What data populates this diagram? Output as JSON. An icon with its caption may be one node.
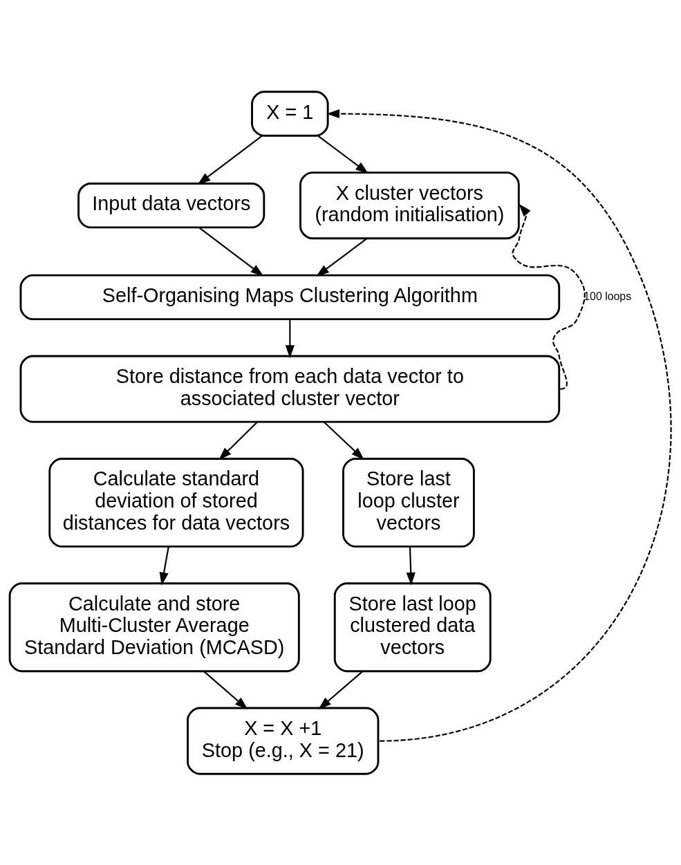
{
  "diagram": {
    "nodes": [
      {
        "text": [
          "X = 1"
        ]
      },
      {
        "text": [
          "Input data vectors"
        ]
      },
      {
        "text": [
          "X cluster vectors (random initialisation)"
        ]
      },
      {
        "text": [
          "Self-Organising Maps Clustering Algorithm"
        ]
      },
      {
        "text": [
          "Store distance from each data vector to associated cluster vector"
        ]
      },
      {
        "text": [
          "Calculate standard deviation of stored distances for data vectors"
        ]
      },
      {
        "text": [
          "Store last loop cluster vectors"
        ]
      },
      {
        "text": [
          "Calculate and store Multi-Cluster Average Standard Deviation (MCASD)"
        ]
      },
      {
        "text": [
          "Store last loop clustered data vectors"
        ]
      },
      {
        "text": [
          "X = X +1",
          "Stop (e.g., X = 21)"
        ]
      }
    ],
    "edges": [
      {
        "from": 0,
        "to": 1,
        "arrow": "to"
      },
      {
        "from": 0,
        "to": 2,
        "arrow": "to"
      },
      {
        "from": 1,
        "to": 3,
        "arrow": "to"
      },
      {
        "from": 2,
        "to": 3,
        "arrow": "to"
      },
      {
        "from": 3,
        "to": 4,
        "arrow": "to"
      },
      {
        "from": 4,
        "to": 2,
        "arrow": "to",
        "style": "dashed",
        "label": "100 loops"
      },
      {
        "from": 4,
        "to": 5,
        "arrow": "to"
      },
      {
        "from": 4,
        "to": 6,
        "arrow": "to"
      },
      {
        "from": 5,
        "to": 7,
        "arrow": "to"
      },
      {
        "from": 6,
        "to": 8,
        "arrow": "to"
      },
      {
        "from": 7,
        "to": 9,
        "arrow": "to"
      },
      {
        "from": 8,
        "to": 9,
        "arrow": "to"
      },
      {
        "from": 9,
        "to": 0,
        "arrow": "to",
        "style": "dashed"
      }
    ]
  }
}
